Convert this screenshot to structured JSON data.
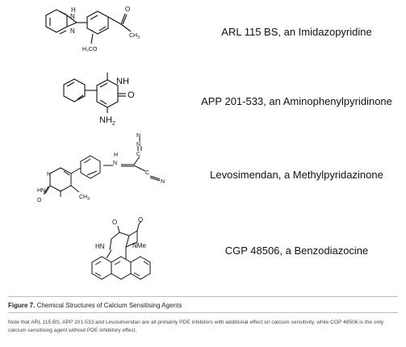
{
  "compounds": [
    {
      "label": "ARL 115 BS, an Imidazopyridine",
      "name": "arl-115-bs"
    },
    {
      "label": "APP 201-533, an Aminophenylpyridinone",
      "name": "app-201-533"
    },
    {
      "label": "Levosimendan, a Methylpyridazinone",
      "name": "levosimendan"
    },
    {
      "label": "CGP 48506, a Benzodiazocine",
      "name": "cgp-48506"
    }
  ],
  "atoms": {
    "arl": {
      "nh_h": "H",
      "nh_n": "N",
      "n": "N",
      "o": "O",
      "ch3": "CH",
      "ch3_sub": "3",
      "och3": "H₃CO"
    },
    "app": {
      "nh": "NH",
      "o": "O",
      "nh2": "NH",
      "nh2_sub": "2"
    },
    "levo": {
      "n_top": "N",
      "n_mid": "N",
      "c_mid": "C",
      "h": "H",
      "n1": "N",
      "c_cn": "C",
      "n_cn": "N",
      "hn": "HN",
      "n_ring": "N",
      "o": "O",
      "ch3": "CH",
      "ch3_sub": "3"
    },
    "cgp": {
      "o1": "O",
      "o2": "O",
      "hn": "HN",
      "nme": "NMe"
    }
  },
  "figure": {
    "label": "Figure 7.",
    "title": "Chemical Structures of Calcium Sensitising Agents"
  },
  "note": "Note that ARL 115 BS, APP 201-533 and Levosimendan are all primarily PDE inhibitors with additional effect on calcium sensitivity, while CGP 48506 is the only calcium sensitising agent without PDE inhibitory effect."
}
